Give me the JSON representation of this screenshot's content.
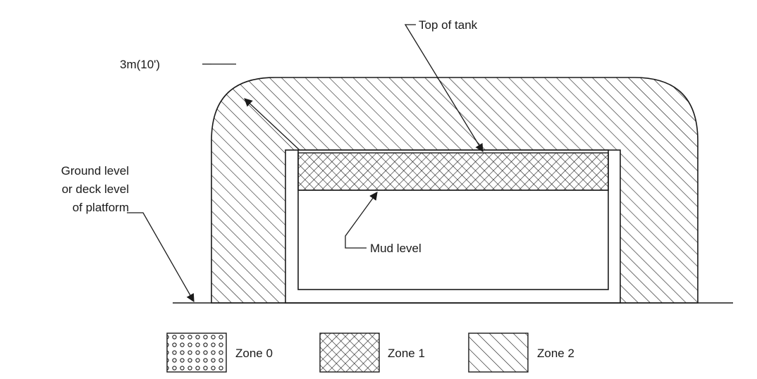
{
  "labels": {
    "top_of_tank": "Top of tank",
    "clearance": "3m(10')",
    "ground_line1": "Ground level",
    "ground_line2": "or deck level",
    "ground_line3": "of platform",
    "mud_level": "Mud level"
  },
  "legend": [
    {
      "zone": "Zone 0",
      "pattern": "dots"
    },
    {
      "zone": "Zone 1",
      "pattern": "crosshatch"
    },
    {
      "zone": "Zone 2",
      "pattern": "diagonal-hatch"
    }
  ],
  "colors": {
    "ink": "#1a1a1a",
    "background": "#ffffff"
  }
}
